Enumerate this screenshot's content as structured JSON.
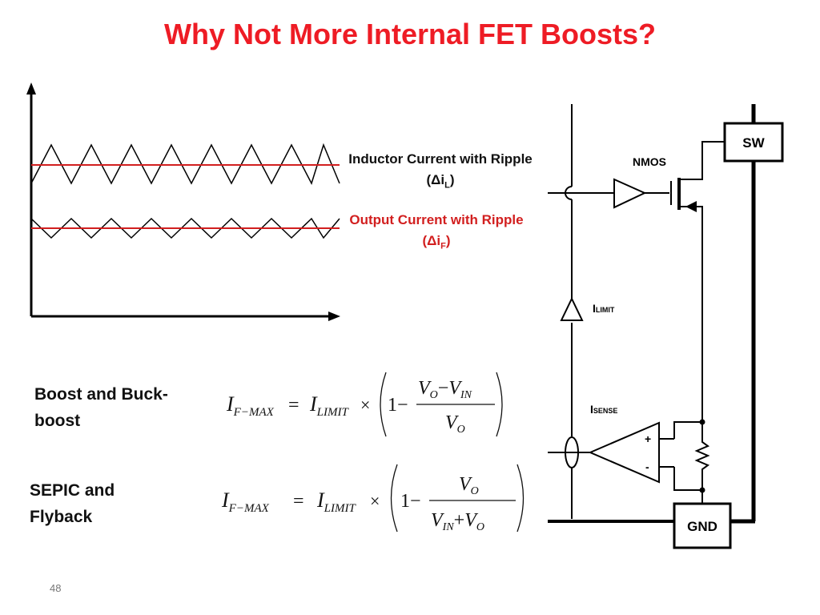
{
  "slide": {
    "title": "Why Not More Internal FET Boosts?",
    "page_number": "48"
  },
  "waveform": {
    "inductor_label_main": "Inductor Current with Ripple (Δi",
    "inductor_label_sub": "L",
    "inductor_label_end": ")",
    "output_label_main": "Output Current with Ripple (Δi",
    "output_label_sub": "F",
    "output_label_end": ")",
    "inductor_color": "#000000",
    "output_color": "#d21f1f"
  },
  "equations": {
    "boost_label": "Boost and Buck-boost",
    "sepic_label": "SEPIC and Flyback",
    "lhs_I": "I",
    "lhs_sub": "F−MAX",
    "limit_I": "I",
    "limit_sub": "LIMIT",
    "one": "1",
    "vo": "V",
    "vo_sub": "O",
    "vin": "V",
    "vin_sub": "IN"
  },
  "circuit": {
    "sw": "SW",
    "gnd": "GND",
    "nmos": "NMOS",
    "ilimit_I": "I",
    "ilimit_sub": "LIMIT",
    "isense_I": "I",
    "isense_sub": "SENSE",
    "plus": "+",
    "minus": "-"
  }
}
